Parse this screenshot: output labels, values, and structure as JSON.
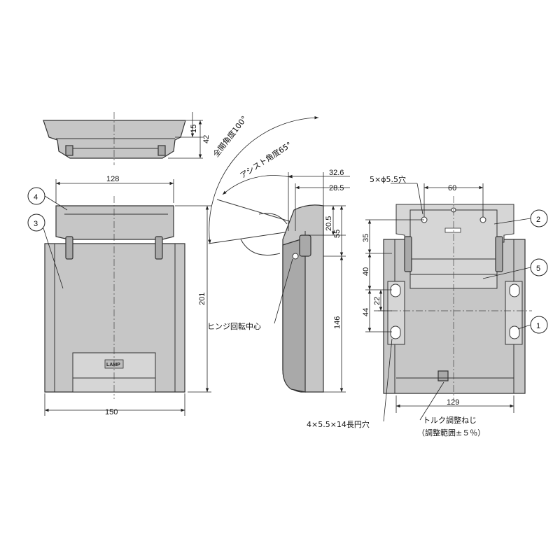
{
  "dimensions": {
    "top_height_total": "42",
    "top_height_flange": "15",
    "front_width_top": "128",
    "front_width_bottom": "150",
    "front_height": "201",
    "side_offset_a": "32.6",
    "side_offset_b": "28.5",
    "side_height_a": "20.5",
    "side_height_b": "55",
    "side_height_c": "146",
    "rear_hole_spacing": "60",
    "rear_width": "129",
    "rear_v1": "35",
    "rear_v2": "40",
    "rear_v3": "44",
    "rear_v4": "22"
  },
  "labels": {
    "full_open_angle": "全開角度100°",
    "assist_angle": "アシスト角度65°",
    "hinge_center": "ヒンジ回転中心",
    "round_holes": "5×ϕ5.5穴",
    "slot_holes": "4×5.5×14長円穴",
    "torque_screw": "トルク調整ねじ",
    "adjust_range": "（調整範囲±５％）"
  },
  "balloons": {
    "b1": "1",
    "b2": "2",
    "b3": "3",
    "b4": "4",
    "b5": "5"
  },
  "logo": {
    "brand": "LAMP"
  }
}
